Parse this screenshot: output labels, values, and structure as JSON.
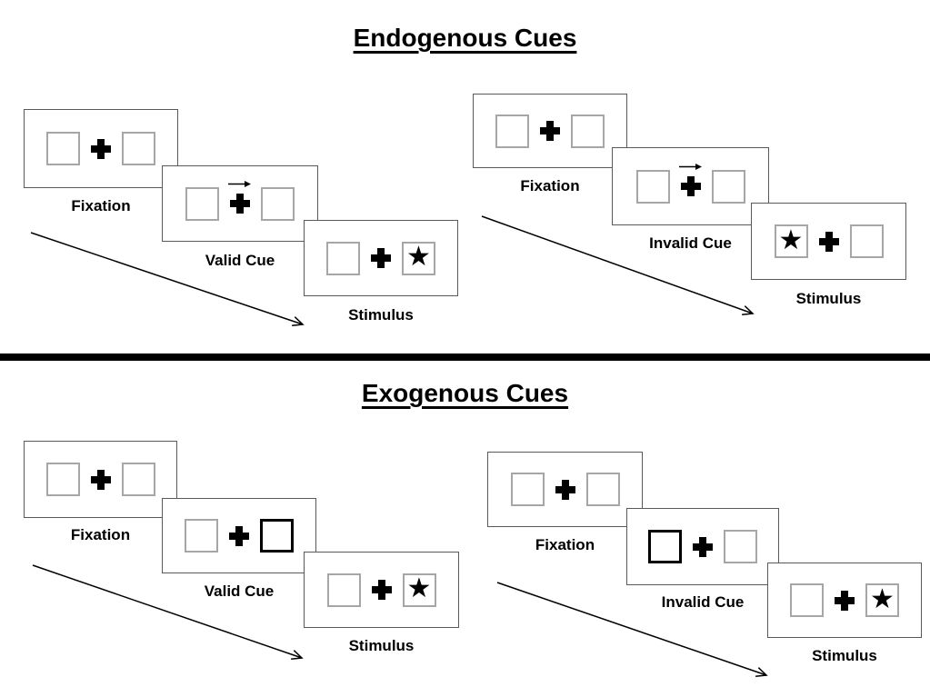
{
  "colors": {
    "background": "#ffffff",
    "panel_border": "#595959",
    "box_border": "#a6a6a6",
    "bold_box_border": "#000000",
    "ink": "#000000"
  },
  "glyphs": {
    "star": "★"
  },
  "sections": [
    {
      "title": "Endogenous Cues",
      "cue_style": "central arrow above fixation cross",
      "groups": [
        {
          "condition": "valid",
          "panels": [
            {
              "label": "Fixation",
              "cue": "none",
              "star": "none"
            },
            {
              "label": "Valid Cue",
              "cue": "arrow-right",
              "star": "none"
            },
            {
              "label": "Stimulus",
              "cue": "none",
              "star": "right"
            }
          ]
        },
        {
          "condition": "invalid",
          "panels": [
            {
              "label": "Fixation",
              "cue": "none",
              "star": "none"
            },
            {
              "label": "Invalid Cue",
              "cue": "arrow-right",
              "star": "none"
            },
            {
              "label": "Stimulus",
              "cue": "none",
              "star": "left"
            }
          ]
        }
      ]
    },
    {
      "title": "Exogenous Cues",
      "cue_style": "peripheral box brightening (bold outline)",
      "groups": [
        {
          "condition": "valid",
          "panels": [
            {
              "label": "Fixation",
              "cue": "none",
              "star": "none"
            },
            {
              "label": "Valid Cue",
              "cue": "bold-right-box",
              "star": "none"
            },
            {
              "label": "Stimulus",
              "cue": "none",
              "star": "right"
            }
          ]
        },
        {
          "condition": "invalid",
          "panels": [
            {
              "label": "Fixation",
              "cue": "none",
              "star": "none"
            },
            {
              "label": "Invalid Cue",
              "cue": "bold-left-box",
              "star": "none"
            },
            {
              "label": "Stimulus",
              "cue": "none",
              "star": "right"
            }
          ]
        }
      ]
    }
  ]
}
